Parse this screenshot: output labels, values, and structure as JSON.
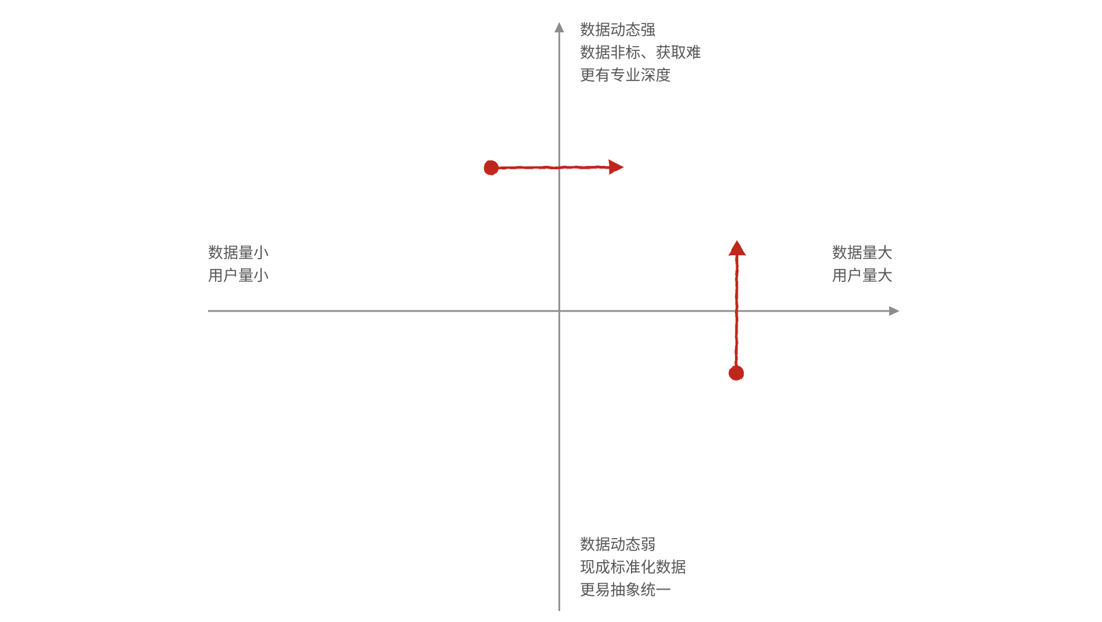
{
  "quadrant_labels": {
    "top": [
      "数据动态强",
      "数据非标、获取难",
      "更有专业深度"
    ],
    "bottom": [
      "数据动态弱",
      "现成标准化数据",
      "更易抽象统一"
    ],
    "left": [
      "数据量小",
      "用户量小"
    ],
    "right": [
      "数据量大",
      "用户量大"
    ]
  },
  "colors": {
    "axis": "#8c8c8c",
    "arrow": "#c0261c",
    "text": "#555555"
  }
}
